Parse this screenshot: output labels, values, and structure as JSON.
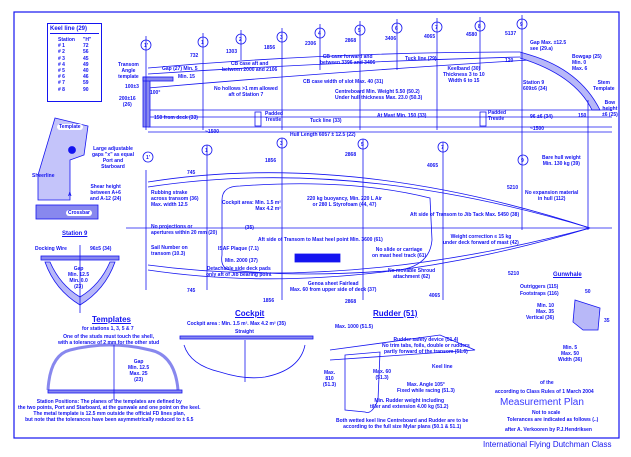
{
  "title": "International Flying Dutchman Class",
  "plan": {
    "line1": "of the",
    "line2": "according to Class Rules of 1 March 2004",
    "name": "Measurement Plan",
    "scale": "Not to scale",
    "tolerance": "Tolerances are indicated as follows (..)",
    "author": "after A. Verkooren by P.J.Hendriksen"
  },
  "keel_table": {
    "title": "Keel line  (29)",
    "headers": [
      "Station",
      "\"H\""
    ],
    "rows": [
      [
        "# 1",
        "72"
      ],
      [
        "# 2",
        "56"
      ],
      [
        "# 3",
        "45"
      ],
      [
        "# 4",
        "49"
      ],
      [
        "# 5",
        "40"
      ],
      [
        "# 6",
        "46"
      ],
      [
        "# 7",
        "59"
      ],
      [
        "# 8",
        "90"
      ]
    ]
  },
  "stations_top": [
    "1'",
    "1",
    "2",
    "3",
    "4",
    "5",
    "6",
    "7",
    "8",
    "9"
  ],
  "stations_top_dims": [
    "732",
    "1303",
    "1856",
    "2306",
    "2868",
    "3406",
    "4065",
    "4580",
    "5137"
  ],
  "stations_plan": [
    "1'",
    "1",
    "3",
    "5",
    "7",
    "9"
  ],
  "plan_dims_upper": [
    "745",
    "1856",
    "2868",
    "4065",
    "5210"
  ],
  "plan_dims_lower": [
    "745",
    "1856",
    "2868",
    "4065",
    "5210"
  ],
  "side": {
    "transom_template": "Transom\nAngle\ntemplate",
    "gap_min5": "Gap (27) Min. 5",
    "min15": "Min. 15",
    "d100": "100±3",
    "ang": "100°",
    "d200": "200±16\n(26)",
    "cb_aft": "CB case aft and\nbetween 2000 and 2106",
    "no_hollows": "No hollows >1 mm allowed\naft of Station 7",
    "cb_fwd": "CB case forward and\nbetween 3396 and 3406",
    "cb_slot": "CB case width of slot Max. 40 (31)",
    "tuck29": "Tuck line (29)",
    "centreboard": "Centreboard Min. Weight 5.50 (50.2)\nUnder hull thickness Max. 23.0 (50.3)",
    "keelband": "Keelband (30)\nThickness 3 to 10\nWidth 6 to 15",
    "gap_max": "Gap Max. ±12.5\nsee (29.a)",
    "d120": "120",
    "bowgap": "Bowgap (25)\nMin. 0\nMax. 6",
    "station9": "Station 9\n609±6 (34)",
    "stem": "Stem\nTemplate",
    "bow_height": "Bow\nheight\n±6 (25)",
    "from_deck": "150 from deck (33)",
    "trestle1": "Padded\nTrestle",
    "trestle2": "Padded\nTrestle",
    "tuck33": "Tuck line (33)",
    "at_mast": "At Mast Min. 150 (33)",
    "d96": "96 ±6 (34)",
    "d150": "150",
    "approx1500a": "~1500",
    "approx1500b": "~1500",
    "hull_length": "Hull Length 6057 ± 12.5 (22)"
  },
  "sheer_detail": {
    "template": "Template",
    "gaps": "Large adjustable\ngaps \"x\" as equal\nPort and\nStarboard",
    "sheerline": "Sheerline",
    "shear_height": "Shear height\nbetween A+6\nand A-12 (24)",
    "a": "A",
    "crossbar": "Crossbar"
  },
  "plan_view": {
    "bare_hull": "Bare hull weight\nMin. 130 kg (39)",
    "no_expansion": "No expansion material\nin hull (112)",
    "rubbing": "Rubbing strake\nacross transom (36)\nMax. width 12.5",
    "cockpit_area": "Cockpit area: Min. 1.5 m²\nMax 4.2 m²",
    "buoyancy": "220 kg buoyancy, Min. 220 L Air\nor 280 L Styrofoam (44, 47)",
    "no_projections": "No projections or\napertures within 20 mm (20)",
    "p35": "(35)",
    "jib_tack": "Aft side of Transom to Jib Tack Max. 5450 (38)",
    "mast_heel": "Aft side of Transom to Mast heel point Min. 3600 (61)",
    "sail_number": "Sail Number on\ntransom (10.3)",
    "isaf": "ISAF Plaque (7.1)",
    "min2000": "Min. 2000 (37)",
    "side_deck": "Detachable side deck pads\nonly aft of Jib bearing point",
    "genoa": "Genoa sheet Fairlead\nMax. 60 from upper side of deck (37)",
    "no_slide": "No slide or carriage\non mast heel track (61)",
    "no_shroud": "No movable Shroud\nattachment (62)",
    "weight_corr": "Weight correction ≤ 15 kg\nunder deck forward of mast (42)"
  },
  "gunwhale": {
    "title": "Gunwhale",
    "outriggers": "Outriggers (115)",
    "footstraps": "Footstraps (116)",
    "vertical": "Min. 10\nMax. 35\nVertical (36)",
    "d50": "50",
    "d35": "35",
    "width": "Min. 5\nMax. 50\nWidth (36)"
  },
  "station9_section": {
    "title": "Station 9",
    "docking": "Docking Wire",
    "dim": "96±5 (34)",
    "gap": "Gap\nMin. 12.5\nMin. 0.0\n(23)"
  },
  "templates": {
    "title": "Templates",
    "sub": "for stations 1, 3, 5 & 7",
    "note": "One of the studs must touch the shell,\nwith a tolerance of 2 mm for the other stud",
    "gap": "Gap\nMin. 12.5\nMax. 25\n(23)",
    "positions": "Station Positions: The planes of the templates are defined by\nthe two points, Port and Starboard, at the gunwale and one point on the keel.\nThe metal template is 12.5 mm outside the official FD lines plan,\nbut note that the tolerances have been asymmetrically reduced to ± 6.5"
  },
  "cockpit": {
    "title": "Cockpit",
    "area": "Cockpit area : Min. 1.5 m².  Max 4.2 m² (35)",
    "straight": "Straight"
  },
  "rudder": {
    "title": "Rudder   (51)",
    "max1000": "Max. 1000 (51.5)",
    "safety": "Rudder safety device (51.4)\nNo trim tabs, foils, double or rudders\npartly forward of the transom (51.6)",
    "keel_line": "Keel line",
    "max60": "Max. 60\n(51.3)",
    "max810": "Max.\n810\n(51.3)",
    "angle": "Max. Angle 105°\nFixed while racing (51.3)",
    "weight": "Min. Rudder weight including\ntiller and extension 4.00 kg (51.2)",
    "wetted": "Both wetted keel line Centreboard and Rudder are to be\naccording to the full size Mylar plans (50.1 & 51.1)"
  }
}
